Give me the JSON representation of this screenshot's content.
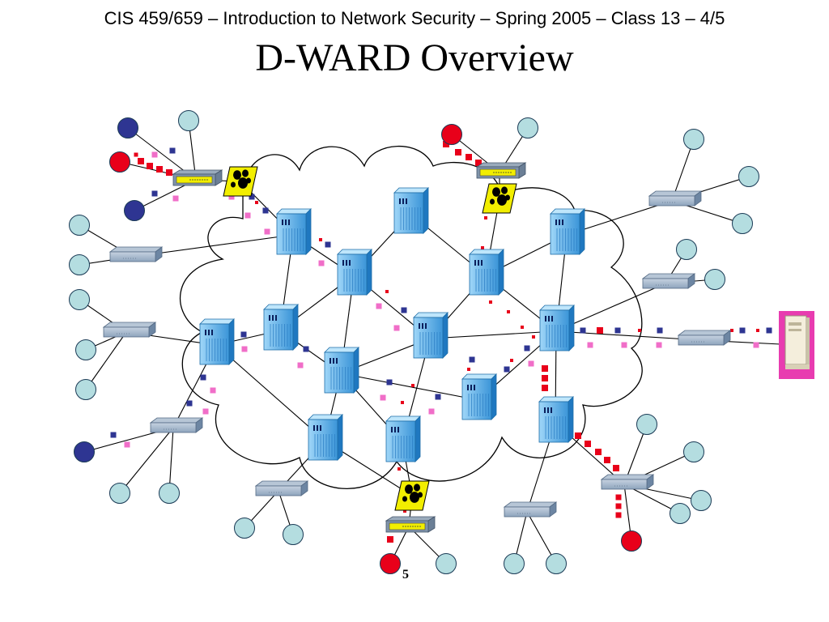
{
  "slide": {
    "header": "CIS 459/659 – Introduction to Network Security – Spring 2005 – Class 13 – 4/5",
    "title": "D-WARD Overview",
    "page_number": "5"
  },
  "colors": {
    "host_normal": "#b4dde0",
    "host_attacker": "#e8001a",
    "host_legit_client": "#2e3592",
    "router_body": "#4aa8e6",
    "switch_body": "#8ba6c2",
    "dward_device": "#f2ee00",
    "packet_attack": "#e8001a",
    "packet_legit": "#2e3592",
    "packet_response": "#f06ec8",
    "server_frame": "#e83cb0"
  },
  "icons": [
    "router-icon",
    "switch-icon",
    "dward-router-icon",
    "dward-filter-icon",
    "server-icon",
    "host-icon"
  ]
}
